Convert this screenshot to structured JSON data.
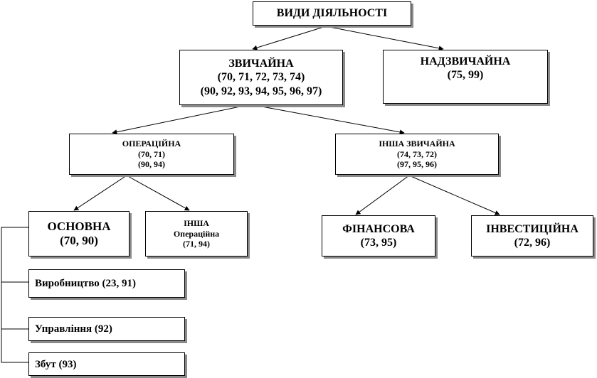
{
  "diagram": {
    "root": {
      "title": "ВИДИ ДІЯЛЬНОСТІ"
    },
    "ordinary": {
      "title": "ЗВИЧАЙНА",
      "line1": "(70, 71, 72, 73, 74)",
      "line2": "(90, 92, 93, 94, 95, 96, 97)"
    },
    "extraordinary": {
      "title": "НАДЗВИЧАЙНА",
      "codes": "(75, 99)"
    },
    "operating": {
      "title": "ОПЕРАЦІЙНА",
      "line1": "(70, 71)",
      "line2": "(90, 94)"
    },
    "other_ordinary": {
      "title": "ІНША ЗВИЧАЙНА",
      "line1": "(74, 73, 72)",
      "line2": "(97, 95, 96)"
    },
    "main": {
      "title": "ОСНОВНА",
      "codes": "(70, 90)"
    },
    "other_operating": {
      "title": "ІНША",
      "subtitle": "Операційна",
      "codes": "(71, 94)"
    },
    "financial": {
      "title": "ФІНАНСОВА",
      "codes": "(73, 95)"
    },
    "investment": {
      "title": "ІНВЕСТИЦІЙНА",
      "codes": "(72, 96)"
    },
    "production": {
      "label": "Виробництво (23, 91)"
    },
    "management": {
      "label": "Управління (92)"
    },
    "sales": {
      "label": "Збут (93)"
    }
  }
}
